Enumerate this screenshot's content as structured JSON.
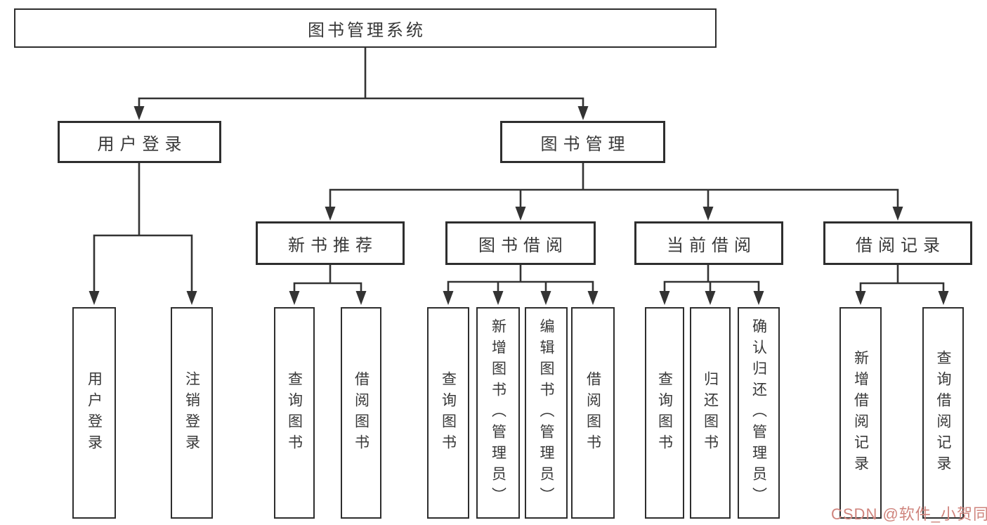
{
  "diagram_title": "图书管理系统",
  "tree": {
    "root": {
      "label": "图书管理系统",
      "children": [
        {
          "label": "用户登录",
          "children": [
            {
              "label": "用户登录"
            },
            {
              "label": "注销登录"
            }
          ]
        },
        {
          "label": "图书管理",
          "children": [
            {
              "label": "新书推荐",
              "children": [
                {
                  "label": "查询图书"
                },
                {
                  "label": "借阅图书"
                }
              ]
            },
            {
              "label": "图书借阅",
              "children": [
                {
                  "label": "查询图书"
                },
                {
                  "label": "新增图书（管理员）"
                },
                {
                  "label": "编辑图书（管理员）"
                },
                {
                  "label": "借阅图书"
                }
              ]
            },
            {
              "label": "当前借阅",
              "children": [
                {
                  "label": "查询图书"
                },
                {
                  "label": "归还图书"
                },
                {
                  "label": "确认归还（管理员）"
                }
              ]
            },
            {
              "label": "借阅记录",
              "children": [
                {
                  "label": "新增借阅记录"
                },
                {
                  "label": "查询借阅记录"
                }
              ]
            }
          ]
        }
      ]
    }
  },
  "watermark": {
    "text": "CSDN @软件_小贺同学"
  },
  "colors": {
    "line": "#333333",
    "border": "#2e2e2e",
    "text": "#383838",
    "background": "#ffffff",
    "watermark": "#cf847d"
  }
}
